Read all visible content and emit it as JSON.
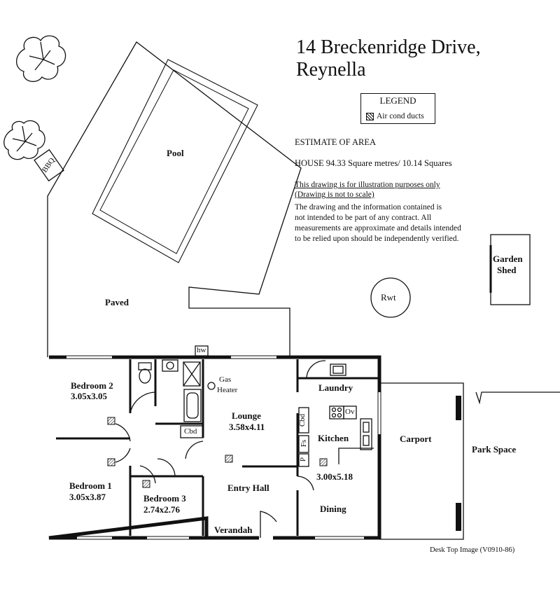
{
  "title": {
    "line1": "14 Breckenridge Drive,",
    "line2": "Reynella"
  },
  "legend": {
    "heading": "LEGEND",
    "item": "Air cond ducts"
  },
  "area": {
    "heading": "ESTIMATE OF AREA",
    "house": "HOUSE  94.33 Square metres/ 10.14 Squares"
  },
  "disclaimer": {
    "line1": "This drawing is for illustration purposes only",
    "line2": "(Drawing is not to scale)",
    "body": [
      "The drawing and the information contained is",
      "not intended to be part of any contract.  All",
      "measurements are approximate and details intended",
      "to be relied upon should be independently verified."
    ]
  },
  "outdoor": {
    "pool": "Pool",
    "paved": "Paved",
    "bbq": "BBQ",
    "rwt": "Rwt",
    "garden_shed_1": "Garden",
    "garden_shed_2": "Shed",
    "carport": "Carport",
    "park_space": "Park Space"
  },
  "rooms": {
    "bedroom2": {
      "name": "Bedroom 2",
      "size": "3.05x3.05"
    },
    "bedroom1": {
      "name": "Bedroom 1",
      "size": "3.05x3.87"
    },
    "bedroom3": {
      "name": "Bedroom 3",
      "size": "2.74x2.76"
    },
    "lounge": {
      "name": "Lounge",
      "size": "3.58x4.11"
    },
    "kitchen": {
      "name": "Kitchen",
      "size": "3.00x5.18"
    },
    "laundry": "Laundry",
    "dining": "Dining",
    "entry_hall": "Entry Hall",
    "verandah": "Verandah"
  },
  "fixtures": {
    "hw": "hw",
    "gas_heater_1": "Gas",
    "gas_heater_2": "Heater",
    "cbd": "Cbd",
    "cbd_kitchen": "Cbd",
    "ov": "Ov",
    "fs": "Fs",
    "p": "P"
  },
  "footer": "Desk Top Image   (V0910-86)"
}
